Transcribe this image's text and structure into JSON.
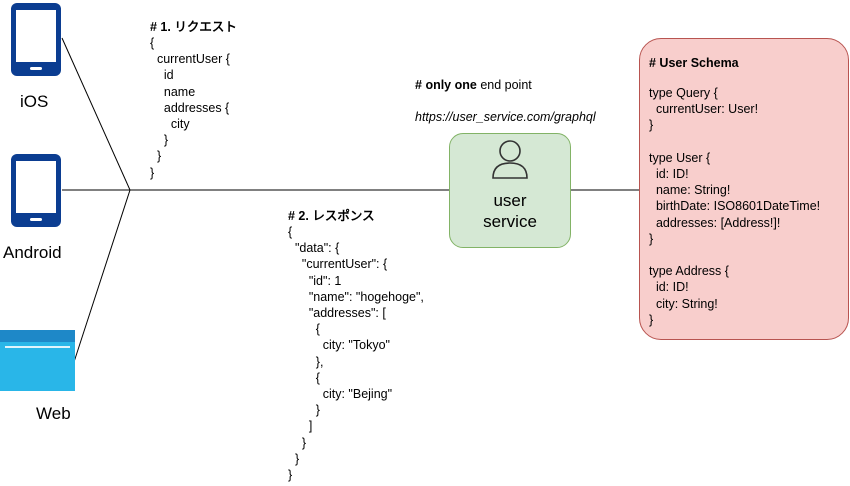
{
  "clients": [
    {
      "name": "iOS",
      "icon": "phone-icon"
    },
    {
      "name": "Android",
      "icon": "phone-icon"
    },
    {
      "name": "Web",
      "icon": "browser-window-icon"
    }
  ],
  "request": {
    "heading": "# 1. リクエスト",
    "body": "{\n  currentUser {\n    id\n    name\n    addresses {\n      city\n    }\n  }\n}"
  },
  "response": {
    "heading": "# 2. レスポンス",
    "body": "{\n  \"data\": {\n    \"currentUser\": {\n      \"id\": 1\n      \"name\": \"hogehoge\",\n      \"addresses\": [\n        {\n          city: \"Tokyo\"\n        },\n        {\n          city: \"Bejing\"\n        }\n      ]\n    }\n  }\n}"
  },
  "endpoint": {
    "prefix": "# ",
    "emphasis": "only one",
    "suffix": " end point",
    "url": "https://user_service.com/graphql"
  },
  "service": {
    "line1": "user",
    "line2": "service",
    "icon": "user-icon"
  },
  "schema": {
    "heading": "# User Schema",
    "body": "type Query {\n  currentUser: User!\n}\n\ntype User {\n  id: ID!\n  name: String!\n  birthDate: ISO8601DateTime!\n  addresses: [Address!]!\n}\n\ntype Address {\n  id: ID!\n  city: String!\n}"
  },
  "colors": {
    "device_blue": "#0b3d91",
    "web_blue": "#29b6e8",
    "service_fill": "#d5e8d4",
    "service_stroke": "#82b366",
    "schema_fill": "#f8cecc",
    "schema_stroke": "#b85450"
  }
}
